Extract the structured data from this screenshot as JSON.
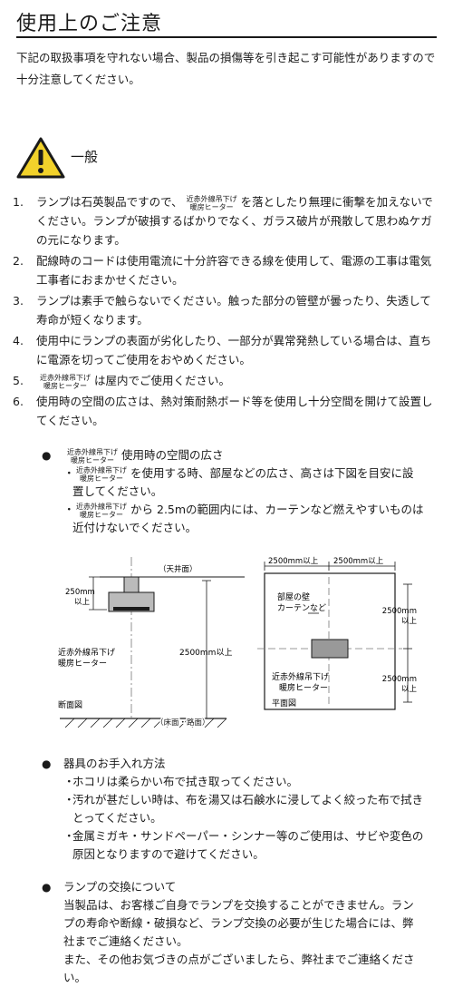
{
  "header": {
    "title": "使用上のご注意"
  },
  "intro": "下記の取扱事項を守れない場合、製品の損傷等を引き起こす可能性がありますので十分注意してください。",
  "general": {
    "icon": "warning-triangle-icon",
    "heading": "一般",
    "heater_line1": "近赤外線吊下げ",
    "heater_line2": "暖房ヒーター",
    "items": [
      {
        "num": "1.",
        "before": "ランプは石英製品ですので、",
        "after": "を落としたり無理に衝撃を加えないでください。ランプが破損するばかりでなく、ガラス破片が飛散して思わぬケガの元になります。"
      },
      {
        "num": "2.",
        "text": "配線時のコードは使用電流に十分許容できる線を使用して、電源の工事は電気工事者におまかせください。"
      },
      {
        "num": "3.",
        "text": "ランプは素手で触らないでください。触った部分の管壁が曇ったり、失透して寿命が短くなります。"
      },
      {
        "num": "4.",
        "text": "使用中にランプの表面が劣化したり、一部分が異常発熱している場合は、直ちに電源を切ってご使用をおやめください。"
      },
      {
        "num": "5.",
        "before": "",
        "after": "は屋内でご使用ください。"
      },
      {
        "num": "6.",
        "text": "使用時の空間の広さは、熱対策耐熱ボード等を使用し十分空間を開けて設置してください。"
      }
    ]
  },
  "space": {
    "title": "使用時の空間の広さ",
    "line1": "を使用する時、部屋などの広さ、高さは下図を目安に設置してください。",
    "line2_before": "から",
    "line2_after": "2.5mの範囲内には、カーテンなど燃えやすいものは近付けないでください。"
  },
  "diagram": {
    "ceiling": "（天井面）",
    "gap_top": "250mm",
    "gap_top2": "以上",
    "height": "2500mm以上",
    "heater1": "近赤外線吊下げ",
    "heater2": "暖房ヒーター",
    "section": "断面図",
    "floor": "（床面・路面）",
    "plan_w1": "2500mm以上",
    "plan_w2": "2500mm以上",
    "wall1": "部屋の壁",
    "wall2": "カーテンなど",
    "plan_h1": "2500mm",
    "plan_h1b": "以上",
    "plan_h2": "2500mm",
    "plan_h2b": "以上",
    "plan": "平面図"
  },
  "care": {
    "title": "器具のお手入れ方法",
    "items": [
      "ホコリは柔らかい布で拭き取ってください。",
      "汚れが甚だしい時は、布を湯又は石鹸水に浸してよく絞った布で拭きとってください。",
      "金属ミガキ・サンドペーパー・シンナー等のご使用は、サビや変色の原因となりますので避けてください。"
    ]
  },
  "lamp": {
    "title": "ランプの交換について",
    "text1": "当製品は、お客様ご自身でランプを交換することができません。ランプの寿命や断線・破損など、ランプ交換の必要が生じた場合には、弊社までご連絡ください。",
    "text2": "また、その他お気づきの点がございましたら、弊社までご連絡ください。"
  }
}
